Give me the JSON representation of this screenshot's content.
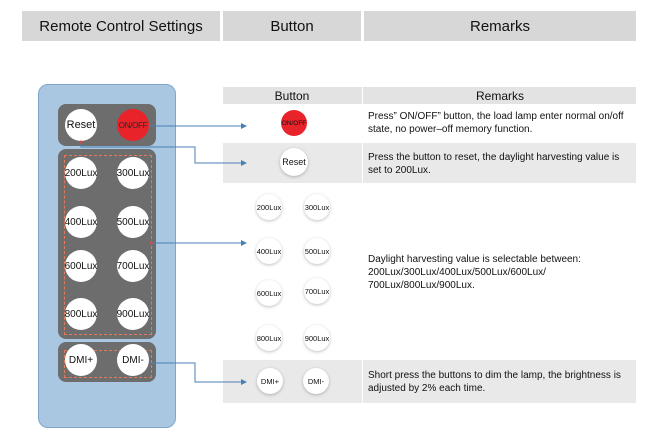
{
  "header": {
    "col1": "Remote Control Settings",
    "col2": "Button",
    "col3": "Remarks"
  },
  "remote": {
    "reset": "Reset",
    "onoff": "ON/OFF",
    "lux": [
      "200Lux",
      "300Lux",
      "400Lux",
      "500Lux",
      "600Lux",
      "700Lux",
      "800Lux",
      "900Lux"
    ],
    "dmi_plus": "DMI+",
    "dmi_minus": "DMI-"
  },
  "table": {
    "col_button": "Button",
    "col_remarks": "Remarks",
    "rows": [
      {
        "buttons": [
          "ON/OFF"
        ],
        "remark": "Press” ON/OFF”  button, the load lamp enter normal on/off state, no power–off memory function."
      },
      {
        "buttons": [
          "Reset"
        ],
        "remark": "Press the button to reset, the daylight harvesting value is set to 200Lux."
      },
      {
        "buttons": [
          "200Lux",
          "300Lux",
          "400Lux",
          "500Lux",
          "600Lux",
          "700Lux",
          "800Lux",
          "900Lux"
        ],
        "remark": "Daylight harvesting value is selectable between: 200Lux/300Lux/400Lux/500Lux/600Lux/ 700Lux/800Lux/900Lux."
      },
      {
        "buttons": [
          "DMI+",
          "DMI-"
        ],
        "remark": "Short press the buttons to dim the lamp, the brightness is adjusted by 2% each time."
      }
    ]
  },
  "colors": {
    "remote_body": "#a9c7e1",
    "panel": "#6d6d6d",
    "onoff_button": "#e8232a",
    "connector": "#4a7fb5",
    "header_bg": "#d7d7d7"
  }
}
